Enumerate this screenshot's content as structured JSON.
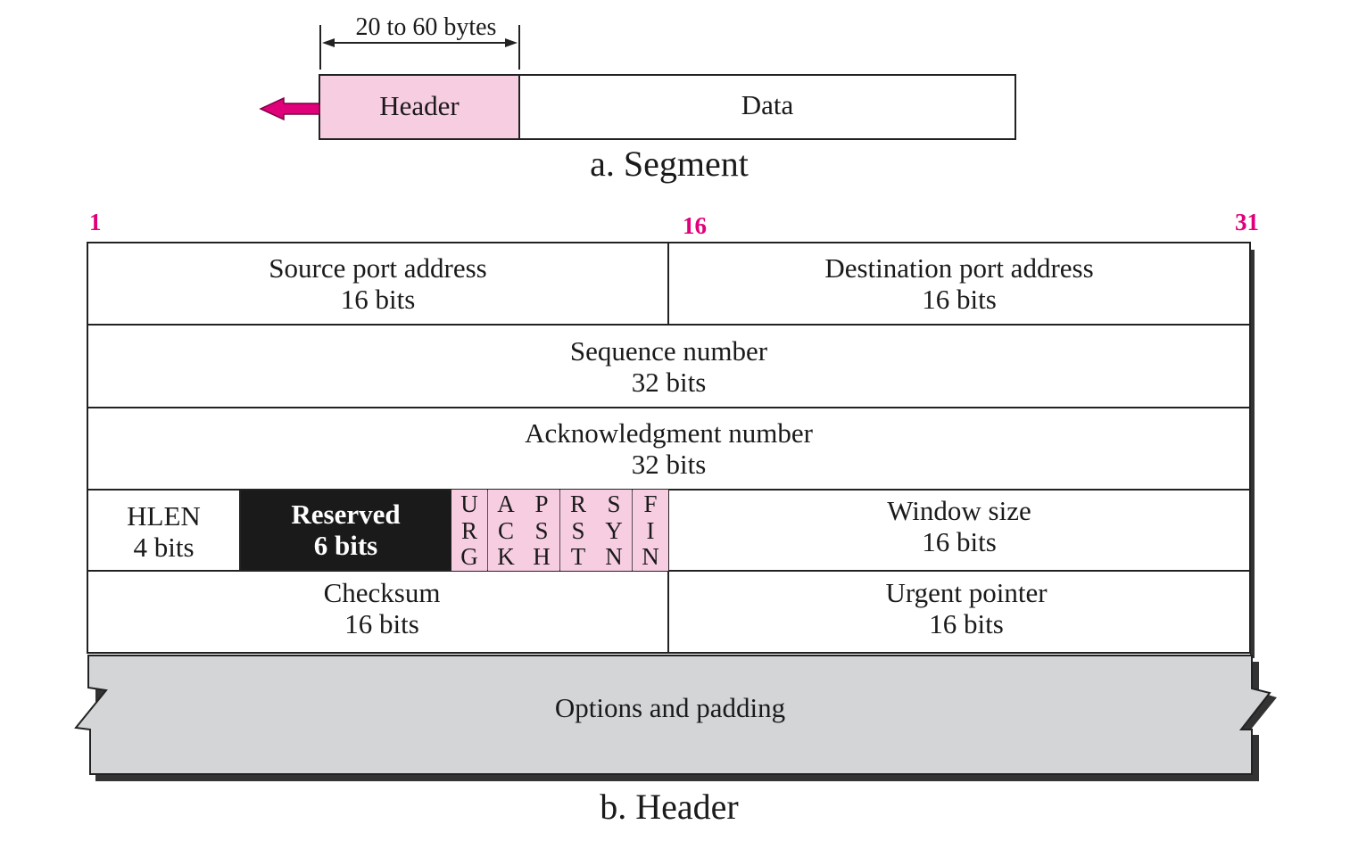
{
  "segment": {
    "size_label": "20 to 60 bytes",
    "header_label": "Header",
    "data_label": "Data",
    "caption": "a. Segment"
  },
  "bits": {
    "start": "1",
    "middle": "16",
    "end": "31"
  },
  "rows": {
    "source_port": {
      "name": "Source port address",
      "size": "16 bits"
    },
    "destination_port": {
      "name": "Destination port address",
      "size": "16 bits"
    },
    "sequence": {
      "name": "Sequence number",
      "size": "32 bits"
    },
    "acknowledgment": {
      "name": "Acknowledgment number",
      "size": "32 bits"
    },
    "hlen": {
      "name": "HLEN",
      "size": "4 bits"
    },
    "reserved": {
      "name": "Reserved",
      "size": "6 bits"
    },
    "flags": [
      {
        "letters": [
          "U",
          "R",
          "G"
        ]
      },
      {
        "letters": [
          "A",
          "C",
          "K"
        ]
      },
      {
        "letters": [
          "P",
          "S",
          "H"
        ]
      },
      {
        "letters": [
          "R",
          "S",
          "T"
        ]
      },
      {
        "letters": [
          "S",
          "Y",
          "N"
        ]
      },
      {
        "letters": [
          "F",
          "I",
          "N"
        ]
      }
    ],
    "window": {
      "name": "Window size",
      "size": "16 bits"
    },
    "checksum": {
      "name": "Checksum",
      "size": "16 bits"
    },
    "urgent": {
      "name": "Urgent pointer",
      "size": "16 bits"
    },
    "options": {
      "name": "Options and padding"
    }
  },
  "header_caption": "b. Header",
  "colors": {
    "header_fill": "#f7cde2",
    "arrow": "#e0007a",
    "bit_numbers": "#e0007a",
    "reserved_fill": "#1a1a1a",
    "options_fill": "#d4d5d7"
  },
  "icons": {
    "left_arrow": "left-arrow-icon",
    "dimension_arrow": "double-arrow-icon"
  }
}
